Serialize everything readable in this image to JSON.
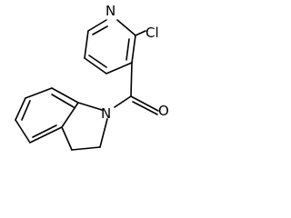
{
  "molecule": {
    "atoms": {
      "pyridine_n": "N",
      "chlorine": "Cl",
      "carbonyl_o": "O",
      "indoline_n": "N"
    }
  }
}
